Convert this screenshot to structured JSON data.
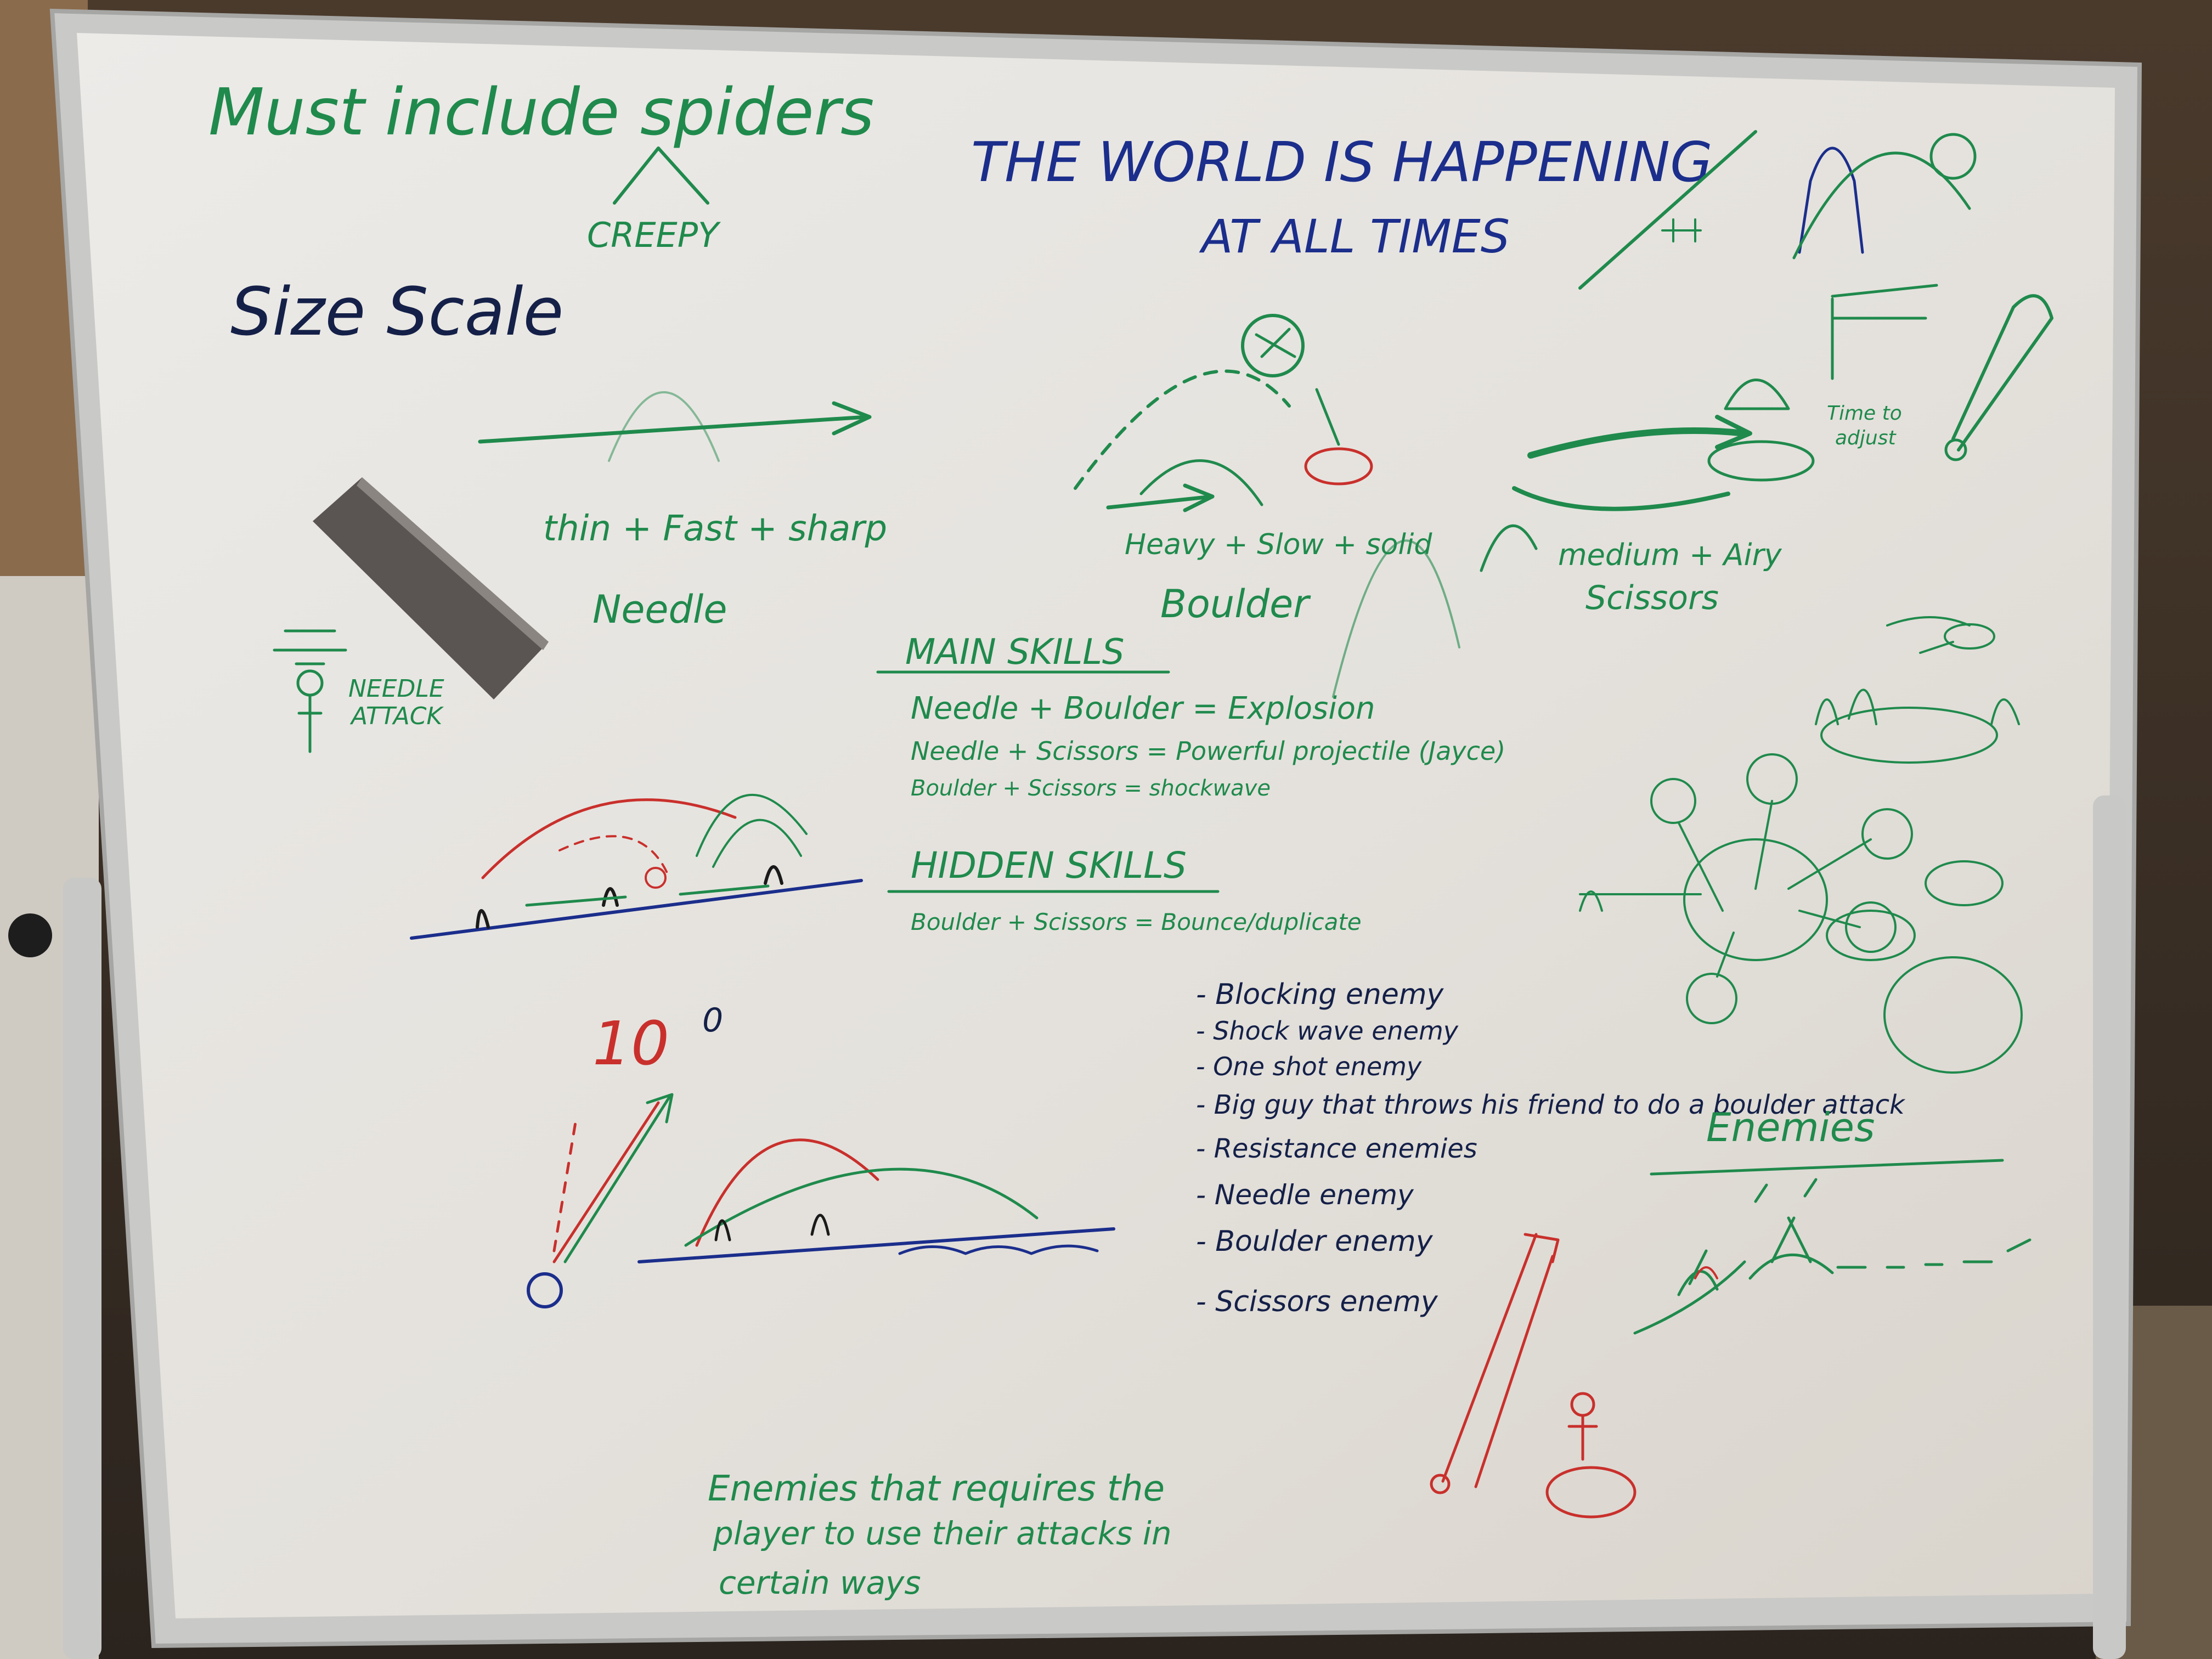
{
  "board": {
    "top_left_note": "Must include spiders",
    "creepy": "CREEPY",
    "size_scale": "Size Scale",
    "headline_1": "THE WORLD IS HAPPENING",
    "headline_2": "AT ALL TIMES",
    "time_to_adjust_1": "Time to",
    "time_to_adjust_2": "adjust"
  },
  "skills_types": {
    "needle_desc": "thin + Fast + sharp",
    "needle_label": "Needle",
    "needle_attack_1": "NEEDLE",
    "needle_attack_2": "ATTACK",
    "boulder_desc": "Heavy + Slow + solid",
    "boulder_label": "Boulder",
    "scissors_desc": "medium + Airy",
    "scissors_label": "Scissors"
  },
  "main_skills": {
    "title": "MAIN SKILLS",
    "items": [
      "Needle + Boulder = Explosion",
      "Needle + Scissors = Powerful projectile (Jayce)",
      "Boulder + Scissors = shockwave"
    ]
  },
  "hidden_skills": {
    "title": "HIDDEN SKILLS",
    "items": [
      "Boulder + Scissors = Bounce/duplicate"
    ]
  },
  "enemy_list": [
    "- Blocking enemy",
    "- Shock wave enemy",
    "- One shot enemy",
    "- Big guy that throws his friend to do a boulder attack",
    "- Resistance enemies",
    "- Needle enemy",
    "- Boulder enemy",
    "- Scissors enemy"
  ],
  "enemies_section": {
    "title": "Enemies"
  },
  "bottom_note": [
    "Enemies that requires the",
    "player to use their attacks in",
    "certain ways"
  ],
  "sketch_numbers": {
    "ten": "10",
    "zero": "0"
  },
  "colors": {
    "board": "#e9e6e1",
    "frame": "#c8c8c6",
    "marker_green": "#1f8a4c",
    "marker_blue": "#1b2e8c",
    "marker_red": "#c9302c",
    "eraser": "#5a5552"
  }
}
